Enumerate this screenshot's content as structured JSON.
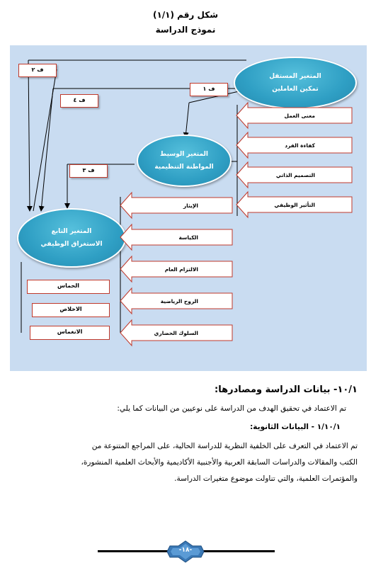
{
  "figure": {
    "caption": "شكل رقم (١/١)",
    "title": "نموذج الدراسة"
  },
  "diagram": {
    "independent": {
      "label": "المتغير المستقل",
      "name": "تمكين العاملين"
    },
    "mediator": {
      "label": "المتغير الوسيط",
      "name": "المواطنة التنظيمية"
    },
    "dependent": {
      "label": "المتغير التابع",
      "name": "الاستغراق الوظيفي"
    },
    "hypotheses": {
      "h1": "ف ١",
      "h2": "ف ٢",
      "h3": "ف ٣",
      "h4": "ف ٤"
    },
    "independent_dims": [
      "معنى العمل",
      "كفاءة الفرد",
      "التصميم الذاتي",
      "التأثير الوظيفي"
    ],
    "mediator_dims": [
      "الإيثار",
      "الكياسة",
      "الالتزام العام",
      "الروح الرياضية",
      "السلوك الحضاري"
    ],
    "dependent_dims": [
      "الحماس",
      "الاخلاص",
      "الانغماس"
    ]
  },
  "section": {
    "heading": "١٠/١- بيانات الدراسة ومصادرها:",
    "intro": "تم الاعتماد في تحقيق الهدف من الدراسة على نوعيين من البيانات كما يلي:",
    "subheading": "١/١٠/١ - البيانات الثانوية:",
    "para_line1": "تم الاعتماد في التعرف على الخلفية النظرية للدراسة الحالية، على المراجع المتنوعة من",
    "para_line2": "الكتب والمقالات والدراسات السابقة العربية والأجنبية الأكاديمية والأبحاث العلمية المنشورة،",
    "para_line3": "والمؤتمرات العلمية، والتي تناولت موضوع متغيرات الدراسة."
  },
  "footer": {
    "page_number": "-١٨-"
  },
  "colors": {
    "oval": "#2f9fc4",
    "panel": "#c9dcf1",
    "border_red": "#c0392b"
  }
}
